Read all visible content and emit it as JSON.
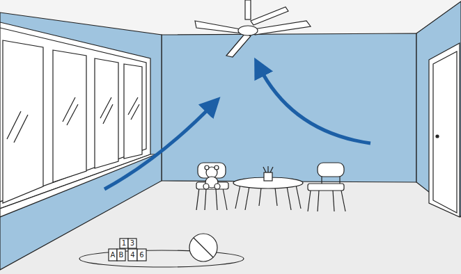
{
  "diagram": {
    "labels": [
      "1",
      "3",
      "A",
      "B",
      "4",
      "6"
    ]
  }
}
